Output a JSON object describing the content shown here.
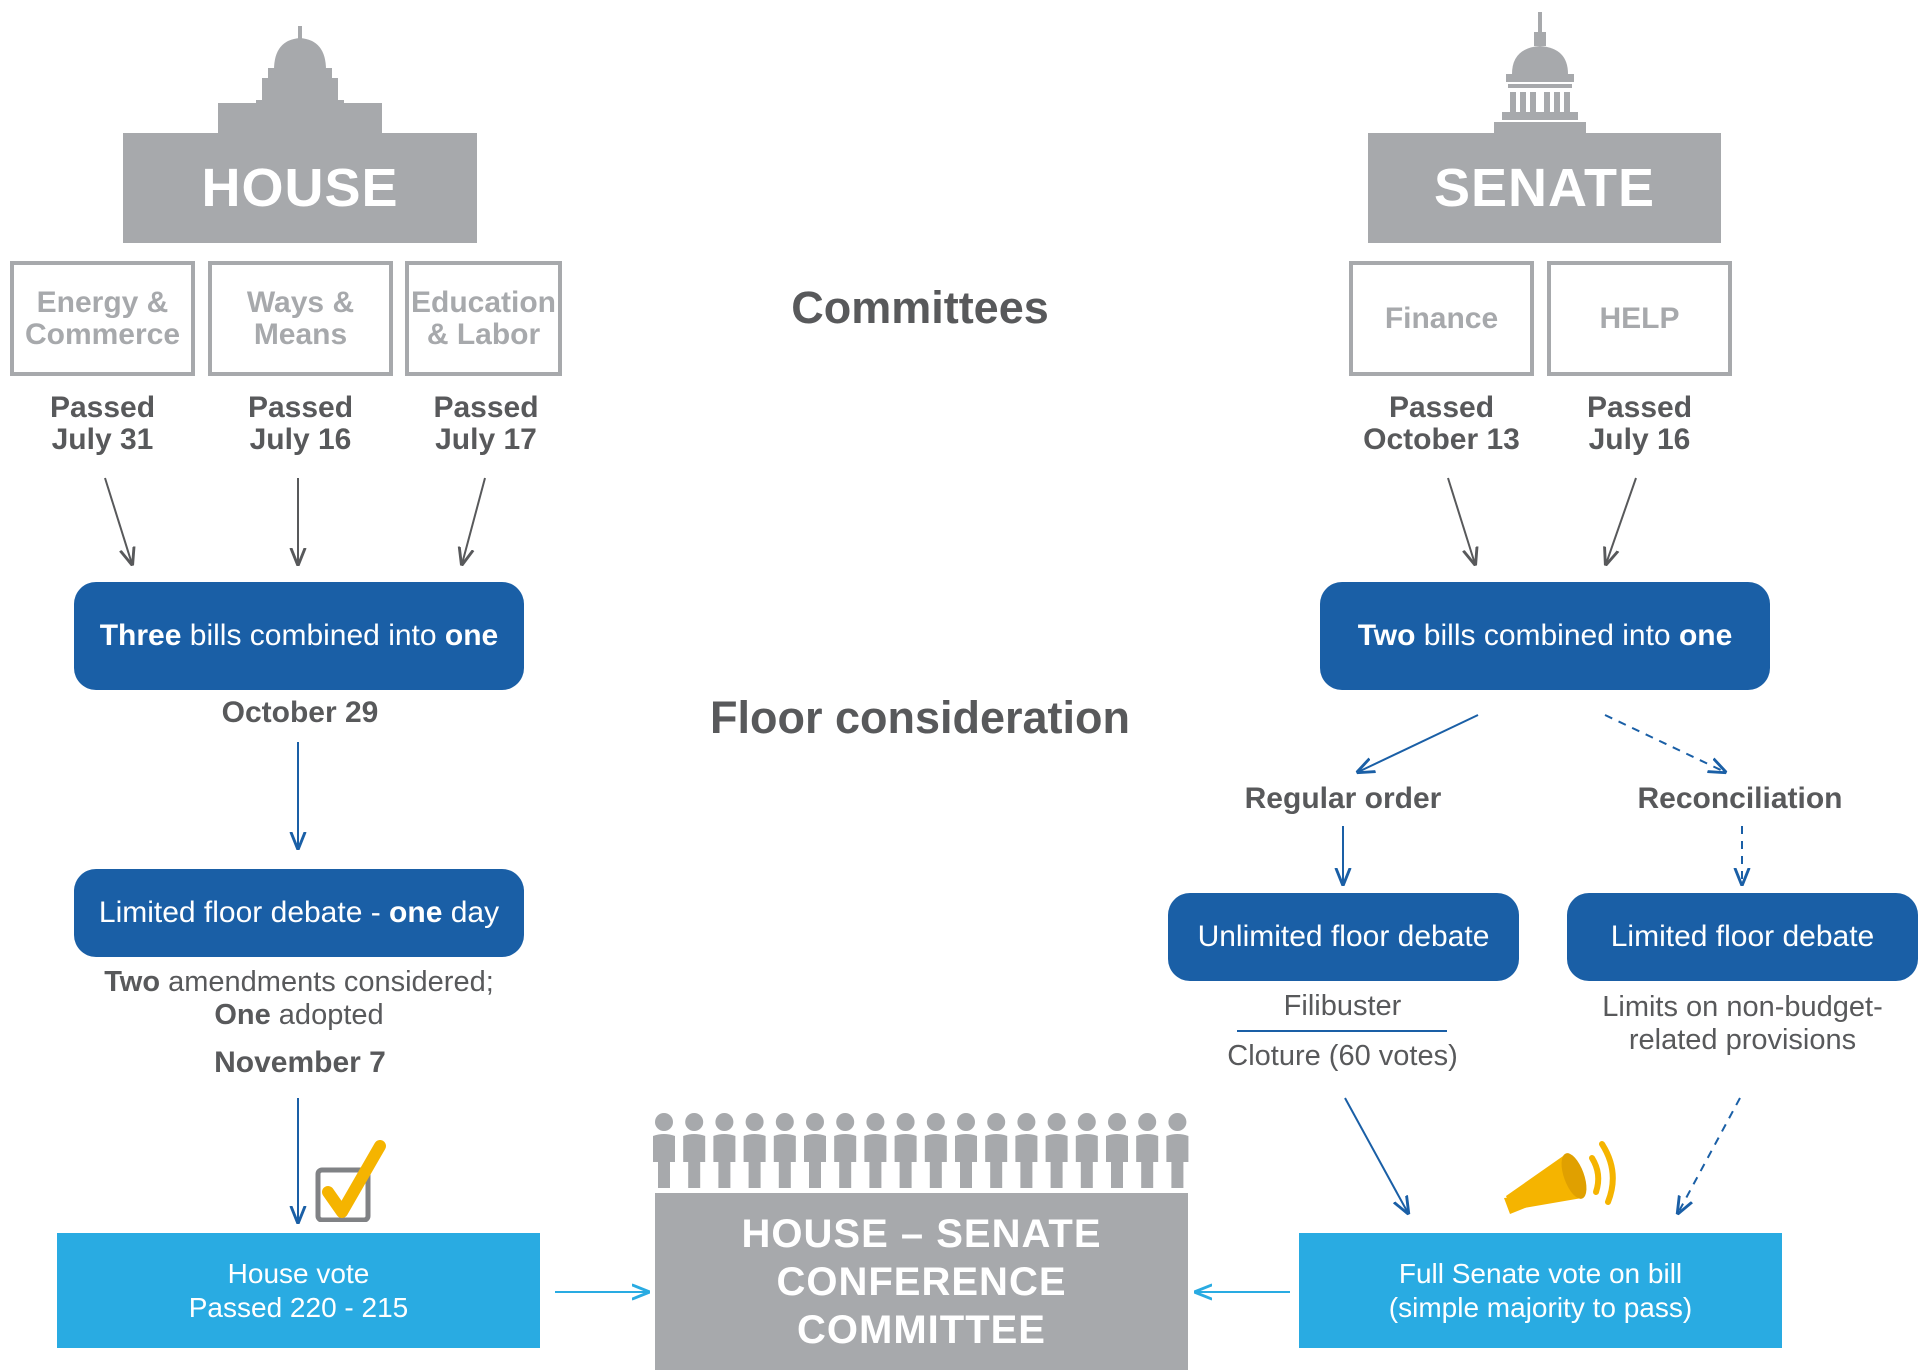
{
  "house": {
    "title": "HOUSE",
    "committees": [
      {
        "line1": "Energy &",
        "line2": "Commerce",
        "passed": "Passed",
        "date": "July 31"
      },
      {
        "line1": "Ways &",
        "line2": "Means",
        "passed": "Passed",
        "date": "July 16"
      },
      {
        "line1": "Education",
        "line2": "& Labor",
        "passed": "Passed",
        "date": "July 17"
      }
    ],
    "combined": {
      "b1": "Three",
      "mid": " bills combined into ",
      "b2": "one"
    },
    "combined_date": "October 29",
    "debate": {
      "pre": "Limited floor debate - ",
      "b": "one",
      "post": " day"
    },
    "amend1_b": "Two",
    "amend1_rest": " amendments considered;",
    "amend2_b": "One",
    "amend2_rest": " adopted",
    "amend_date": "November 7",
    "vote_line1": "House vote",
    "vote_line2": "Passed 220 - 215"
  },
  "senate": {
    "title": "SENATE",
    "committees": [
      {
        "name": "Finance",
        "passed": "Passed",
        "date": "October 13"
      },
      {
        "name": "HELP",
        "passed": "Passed",
        "date": "July 16"
      }
    ],
    "combined": {
      "b1": "Two",
      "mid": " bills combined into ",
      "b2": "one"
    },
    "regular_order": "Regular order",
    "reconciliation": "Reconciliation",
    "unlimited_debate": "Unlimited floor debate",
    "limited_debate": "Limited floor debate",
    "filibuster": "Filibuster",
    "cloture": "Cloture (60 votes)",
    "limits_line1": "Limits on non-budget-",
    "limits_line2": "related provisions",
    "vote_line1": "Full Senate vote on bill",
    "vote_line2": "(simple majority to pass)"
  },
  "labels": {
    "committees": "Committees",
    "floor": "Floor consideration"
  },
  "conference": {
    "line1": "HOUSE – SENATE",
    "line2": "CONFERENCE COMMITTEE"
  },
  "colors": {
    "dark_blue": "#1a5fa6",
    "light_blue": "#29abe2",
    "grey": "#a7a9ac",
    "text_grey": "#58595b",
    "gold": "#f5b400"
  },
  "icons": {
    "house_building": "capitol-dome-icon",
    "senate_building": "capitol-dome-icon",
    "check": "checkbox-checked-icon",
    "megaphone": "megaphone-icon",
    "people": "people-row-icon"
  }
}
